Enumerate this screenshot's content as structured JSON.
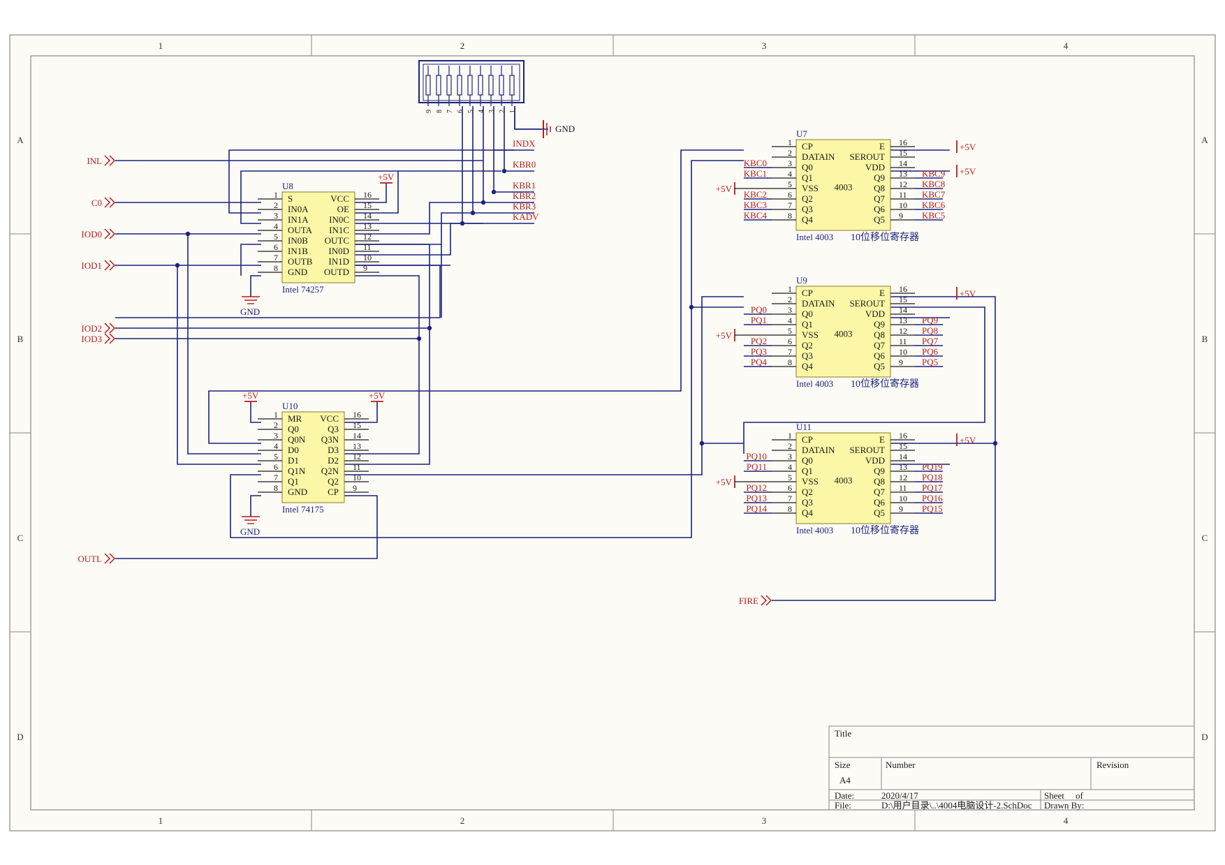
{
  "colors": {
    "wire": "#1a237e",
    "pin": "#1a1a1a",
    "part_text": "#1a237e",
    "net_label": "#b71c1c",
    "chip_fill": "#fbf7a6",
    "chip_stroke": "#8a7a2a",
    "frame": "#888888"
  },
  "frame": {
    "col_labels": [
      "1",
      "2",
      "3",
      "4"
    ],
    "row_labels": [
      "A",
      "B",
      "C",
      "D"
    ]
  },
  "power_labels": {
    "vcc": "+5V",
    "gnd": "GND"
  },
  "connector": {
    "pins": [
      "9",
      "8",
      "7",
      "6",
      "5",
      "4",
      "3",
      "2",
      "1"
    ],
    "gnd_label": "GND"
  },
  "ports": {
    "inl": "INL",
    "c0": "C0",
    "iod0": "IOD0",
    "iod1": "IOD1",
    "iod2": "IOD2",
    "iod3": "IOD3",
    "outl": "OUTL",
    "fire": "FIRE"
  },
  "nets": {
    "indx": "INDX",
    "kbr0": "KBR0",
    "kbr1": "KBR1",
    "kbr2": "KBR2",
    "kbr3": "KBR3",
    "kadv": "KADV"
  },
  "u8": {
    "designator": "U8",
    "part": "Intel 74257",
    "left_pins": [
      {
        "num": "1",
        "name": "S"
      },
      {
        "num": "2",
        "name": "IN0A"
      },
      {
        "num": "3",
        "name": "IN1A"
      },
      {
        "num": "4",
        "name": "OUTA"
      },
      {
        "num": "5",
        "name": "IN0B"
      },
      {
        "num": "6",
        "name": "IN1B"
      },
      {
        "num": "7",
        "name": "OUTB"
      },
      {
        "num": "8",
        "name": "GND"
      }
    ],
    "right_pins": [
      {
        "num": "16",
        "name": "VCC"
      },
      {
        "num": "15",
        "name": "OE"
      },
      {
        "num": "14",
        "name": "IN0C"
      },
      {
        "num": "13",
        "name": "IN1C"
      },
      {
        "num": "12",
        "name": "OUTC"
      },
      {
        "num": "11",
        "name": "IN0D"
      },
      {
        "num": "10",
        "name": "IN1D"
      },
      {
        "num": "9",
        "name": "OUTD"
      }
    ]
  },
  "u10": {
    "designator": "U10",
    "part": "Intel 74175",
    "left_pins": [
      {
        "num": "1",
        "name": "MR"
      },
      {
        "num": "2",
        "name": "Q0"
      },
      {
        "num": "3",
        "name": "Q0N"
      },
      {
        "num": "4",
        "name": "D0"
      },
      {
        "num": "5",
        "name": "D1"
      },
      {
        "num": "6",
        "name": "Q1N"
      },
      {
        "num": "7",
        "name": "Q1"
      },
      {
        "num": "8",
        "name": "GND"
      }
    ],
    "right_pins": [
      {
        "num": "16",
        "name": "VCC"
      },
      {
        "num": "15",
        "name": "Q3"
      },
      {
        "num": "14",
        "name": "Q3N"
      },
      {
        "num": "13",
        "name": "D3"
      },
      {
        "num": "12",
        "name": "D2"
      },
      {
        "num": "11",
        "name": "Q2N"
      },
      {
        "num": "10",
        "name": "Q2"
      },
      {
        "num": "9",
        "name": "CP"
      }
    ]
  },
  "shift_regs": [
    {
      "designator": "U7",
      "part": "Intel 4003",
      "center": "4003",
      "desc": "10位移位寄存器",
      "left_pins": [
        {
          "num": "1",
          "name": "CP"
        },
        {
          "num": "2",
          "name": "DATAIN"
        },
        {
          "num": "3",
          "name": "Q0"
        },
        {
          "num": "4",
          "name": "Q1"
        },
        {
          "num": "5",
          "name": "VSS"
        },
        {
          "num": "6",
          "name": "Q2"
        },
        {
          "num": "7",
          "name": "Q3"
        },
        {
          "num": "8",
          "name": "Q4"
        }
      ],
      "right_pins": [
        {
          "num": "16",
          "name": "E"
        },
        {
          "num": "15",
          "name": "SEROUT"
        },
        {
          "num": "14",
          "name": "VDD"
        },
        {
          "num": "13",
          "name": "Q9"
        },
        {
          "num": "12",
          "name": "Q8"
        },
        {
          "num": "11",
          "name": "Q7"
        },
        {
          "num": "10",
          "name": "Q6"
        },
        {
          "num": "9",
          "name": "Q5"
        }
      ],
      "left_nets": [
        "",
        "",
        "KBC0",
        "KBC1",
        "",
        "KBC2",
        "KBC3",
        "KBC4"
      ],
      "right_nets": [
        "",
        "",
        "",
        "KBC9",
        "KBC8",
        "KBC7",
        "KBC6",
        "KBC5"
      ]
    },
    {
      "designator": "U9",
      "part": "Intel 4003",
      "center": "4003",
      "desc": "10位移位寄存器",
      "left_pins": [
        {
          "num": "1",
          "name": "CP"
        },
        {
          "num": "2",
          "name": "DATAIN"
        },
        {
          "num": "3",
          "name": "Q0"
        },
        {
          "num": "4",
          "name": "Q1"
        },
        {
          "num": "5",
          "name": "VSS"
        },
        {
          "num": "6",
          "name": "Q2"
        },
        {
          "num": "7",
          "name": "Q3"
        },
        {
          "num": "8",
          "name": "Q4"
        }
      ],
      "right_pins": [
        {
          "num": "16",
          "name": "E"
        },
        {
          "num": "15",
          "name": "SEROUT"
        },
        {
          "num": "14",
          "name": "VDD"
        },
        {
          "num": "13",
          "name": "Q9"
        },
        {
          "num": "12",
          "name": "Q8"
        },
        {
          "num": "11",
          "name": "Q7"
        },
        {
          "num": "10",
          "name": "Q6"
        },
        {
          "num": "9",
          "name": "Q5"
        }
      ],
      "left_nets": [
        "",
        "",
        "PQ0",
        "PQ1",
        "",
        "PQ2",
        "PQ3",
        "PQ4"
      ],
      "right_nets": [
        "",
        "",
        "",
        "PQ9",
        "PQ8",
        "PQ7",
        "PQ6",
        "PQ5"
      ]
    },
    {
      "designator": "U11",
      "part": "Intel 4003",
      "center": "4003",
      "desc": "10位移位寄存器",
      "left_pins": [
        {
          "num": "1",
          "name": "CP"
        },
        {
          "num": "2",
          "name": "DATAIN"
        },
        {
          "num": "3",
          "name": "Q0"
        },
        {
          "num": "4",
          "name": "Q1"
        },
        {
          "num": "5",
          "name": "VSS"
        },
        {
          "num": "6",
          "name": "Q2"
        },
        {
          "num": "7",
          "name": "Q3"
        },
        {
          "num": "8",
          "name": "Q4"
        }
      ],
      "right_pins": [
        {
          "num": "16",
          "name": "E"
        },
        {
          "num": "15",
          "name": "SEROUT"
        },
        {
          "num": "14",
          "name": "VDD"
        },
        {
          "num": "13",
          "name": "Q9"
        },
        {
          "num": "12",
          "name": "Q8"
        },
        {
          "num": "11",
          "name": "Q7"
        },
        {
          "num": "10",
          "name": "Q6"
        },
        {
          "num": "9",
          "name": "Q5"
        }
      ],
      "left_nets": [
        "",
        "",
        "PQ10",
        "PQ11",
        "",
        "PQ12",
        "PQ13",
        "PQ14"
      ],
      "right_nets": [
        "",
        "",
        "",
        "PQ19",
        "PQ18",
        "PQ17",
        "PQ16",
        "PQ15"
      ]
    }
  ],
  "title_block": {
    "title_label": "Title",
    "size_label": "Size",
    "size_value": "A4",
    "number_label": "Number",
    "revision_label": "Revision",
    "date_label": "Date:",
    "date_value": "2020/4/17",
    "sheet_label": "Sheet",
    "of_label": "of",
    "file_label": "File:",
    "file_value": "D:\\用户目录\\..\\4004电脑设计-2.SchDoc",
    "drawn_label": "Drawn By:"
  }
}
